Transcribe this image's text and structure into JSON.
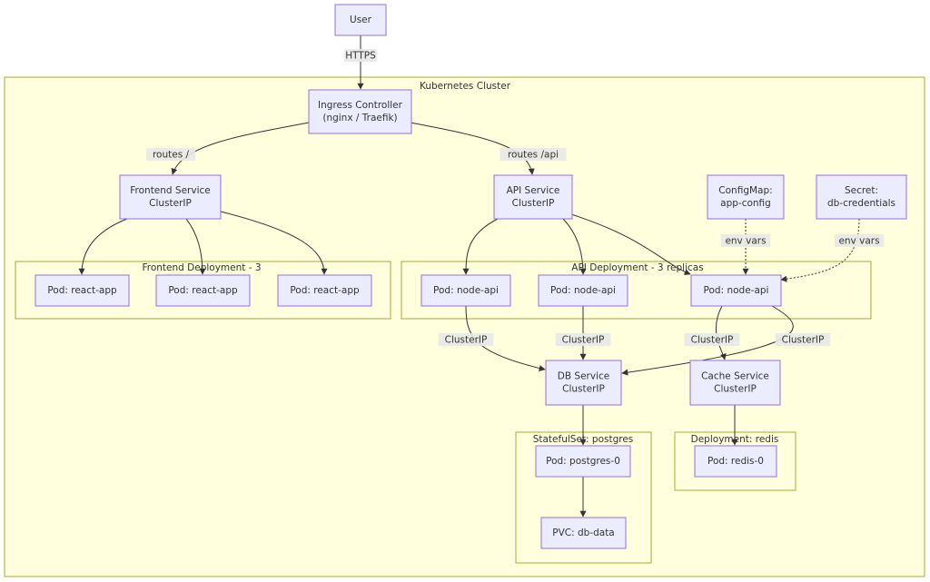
{
  "clusters": {
    "k8s": "Kubernetes Cluster",
    "frontend_deploy": "Frontend Deployment - 3",
    "api_deploy": "API Deployment - 3 replicas",
    "statefulset": "StatefulSet: postgres",
    "redis_deploy": "Deployment: redis"
  },
  "nodes": {
    "user": [
      "User"
    ],
    "ingress": [
      "Ingress Controller",
      "(nginx / Traefik)"
    ],
    "frontend_svc": [
      "Frontend Service",
      "ClusterIP"
    ],
    "api_svc": [
      "API Service",
      "ClusterIP"
    ],
    "configmap": [
      "ConfigMap:",
      "app-config"
    ],
    "secret": [
      "Secret:",
      "db-credentials"
    ],
    "react1": [
      "Pod: react-app"
    ],
    "react2": [
      "Pod: react-app"
    ],
    "react3": [
      "Pod: react-app"
    ],
    "node1": [
      "Pod: node-api"
    ],
    "node2": [
      "Pod: node-api"
    ],
    "node3": [
      "Pod: node-api"
    ],
    "db_svc": [
      "DB Service",
      "ClusterIP"
    ],
    "cache_svc": [
      "Cache Service",
      "ClusterIP"
    ],
    "postgres": [
      "Pod: postgres-0"
    ],
    "pvc": [
      "PVC: db-data"
    ],
    "redis": [
      "Pod: redis-0"
    ]
  },
  "edge_labels": {
    "https": "HTTPS",
    "routes_root": "routes /",
    "routes_api": "routes /api",
    "env1": "env vars",
    "env2": "env vars",
    "cip1": "ClusterIP",
    "cip2": "ClusterIP",
    "cip3": "ClusterIP",
    "cip4": "ClusterIP"
  }
}
